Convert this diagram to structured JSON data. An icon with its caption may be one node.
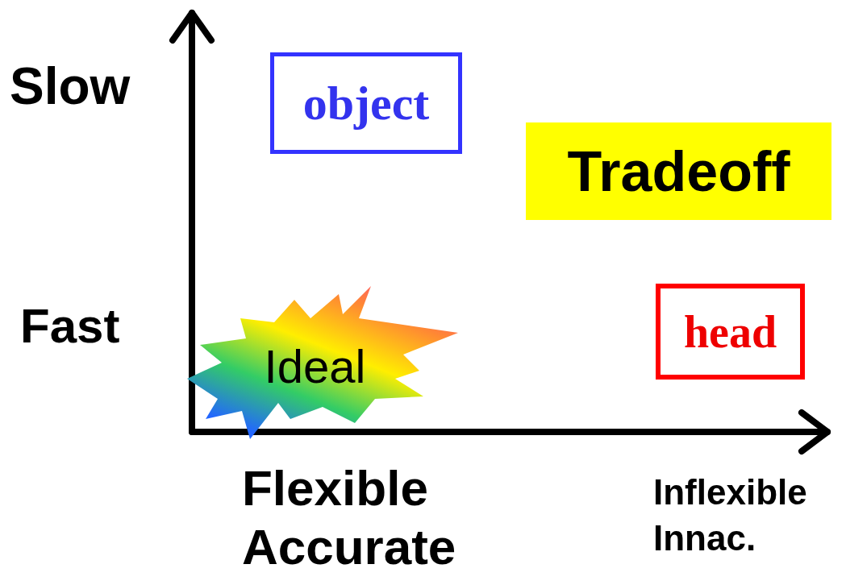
{
  "diagram": {
    "nodes": [
      {
        "text": [
          "object"
        ]
      },
      {
        "text": [
          "Tradeoff"
        ]
      },
      {
        "text": [
          "head"
        ]
      },
      {
        "text": [
          "Ideal"
        ]
      }
    ],
    "labels": [
      "Slow",
      "Fast",
      "Flexible Accurate",
      "Inflexible Innac."
    ]
  }
}
